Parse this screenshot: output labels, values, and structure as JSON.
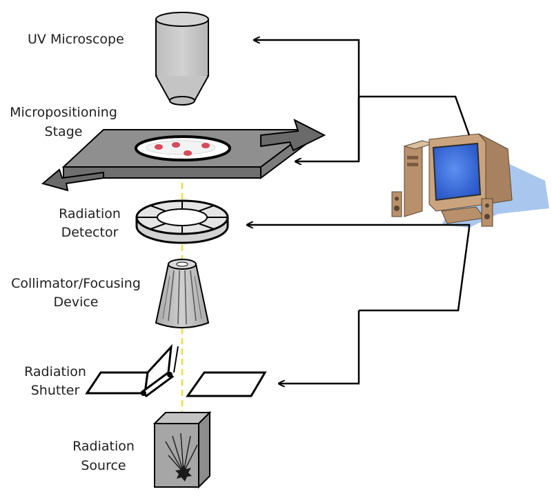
{
  "labels": {
    "uv_microscope": "UV Microscope",
    "stage_line1": "Micropositioning",
    "stage_line2": "Stage",
    "detector_line1": "Radiation",
    "detector_line2": "Detector",
    "collimator_line1": "Collimator/Focusing",
    "collimator_line2": "Device",
    "shutter_line1": "Radiation",
    "shutter_line2": "Shutter",
    "source_line1": "Radiation",
    "source_line2": "Source"
  },
  "colors": {
    "component_gray": "#c8c8c8",
    "stage_gray": "#8c8c8c",
    "outline": "#000000",
    "beam": "#e8e060",
    "sample_dot": "#d64b5a",
    "monitor_screen": "#3a72e6",
    "computer_beige": "#c9a47e",
    "shadow_blue": "#a9c7ee"
  }
}
